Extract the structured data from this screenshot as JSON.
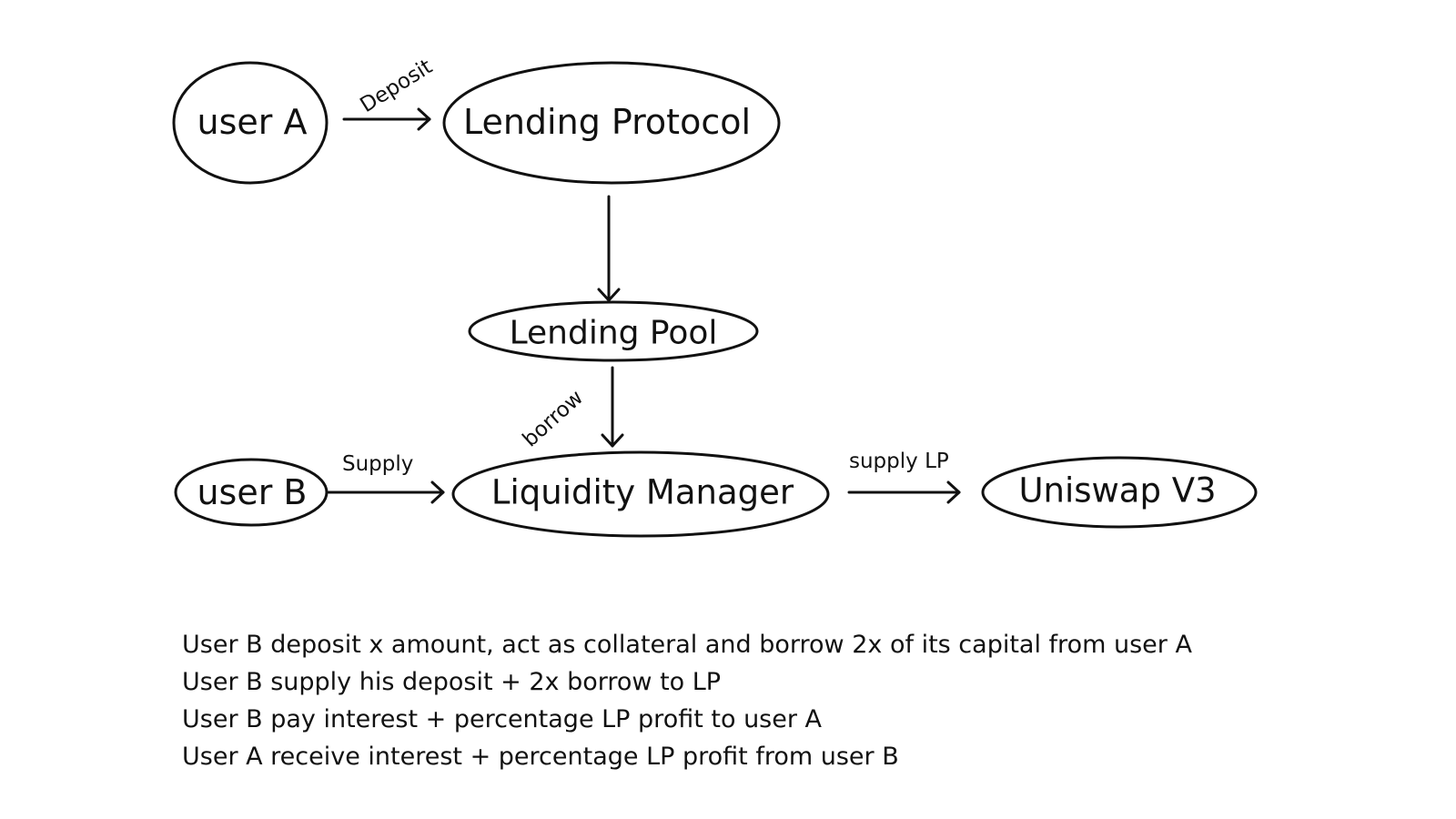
{
  "nodes": {
    "user_a": {
      "label": "user A"
    },
    "lending_protocol": {
      "label": "Lending Protocol"
    },
    "lending_pool": {
      "label": "Lending Pool"
    },
    "user_b": {
      "label": "user B"
    },
    "liquidity_manager": {
      "label": "Liquidity Manager"
    },
    "uniswap_v3": {
      "label": "Uniswap V3"
    }
  },
  "edges": {
    "deposit": {
      "label": "Deposit"
    },
    "protocol_to_pool": {
      "label": ""
    },
    "borrow": {
      "label": "borrow"
    },
    "supply": {
      "label": "Supply"
    },
    "supply_lp": {
      "label": "supply LP"
    }
  },
  "notes": [
    "User B deposit x amount, act as collateral and borrow 2x of its capital from user A",
    "User B supply his deposit + 2x borrow to LP",
    "User B pay interest + percentage LP profit to user A",
    "User A receive interest + percentage LP profit from user B"
  ]
}
